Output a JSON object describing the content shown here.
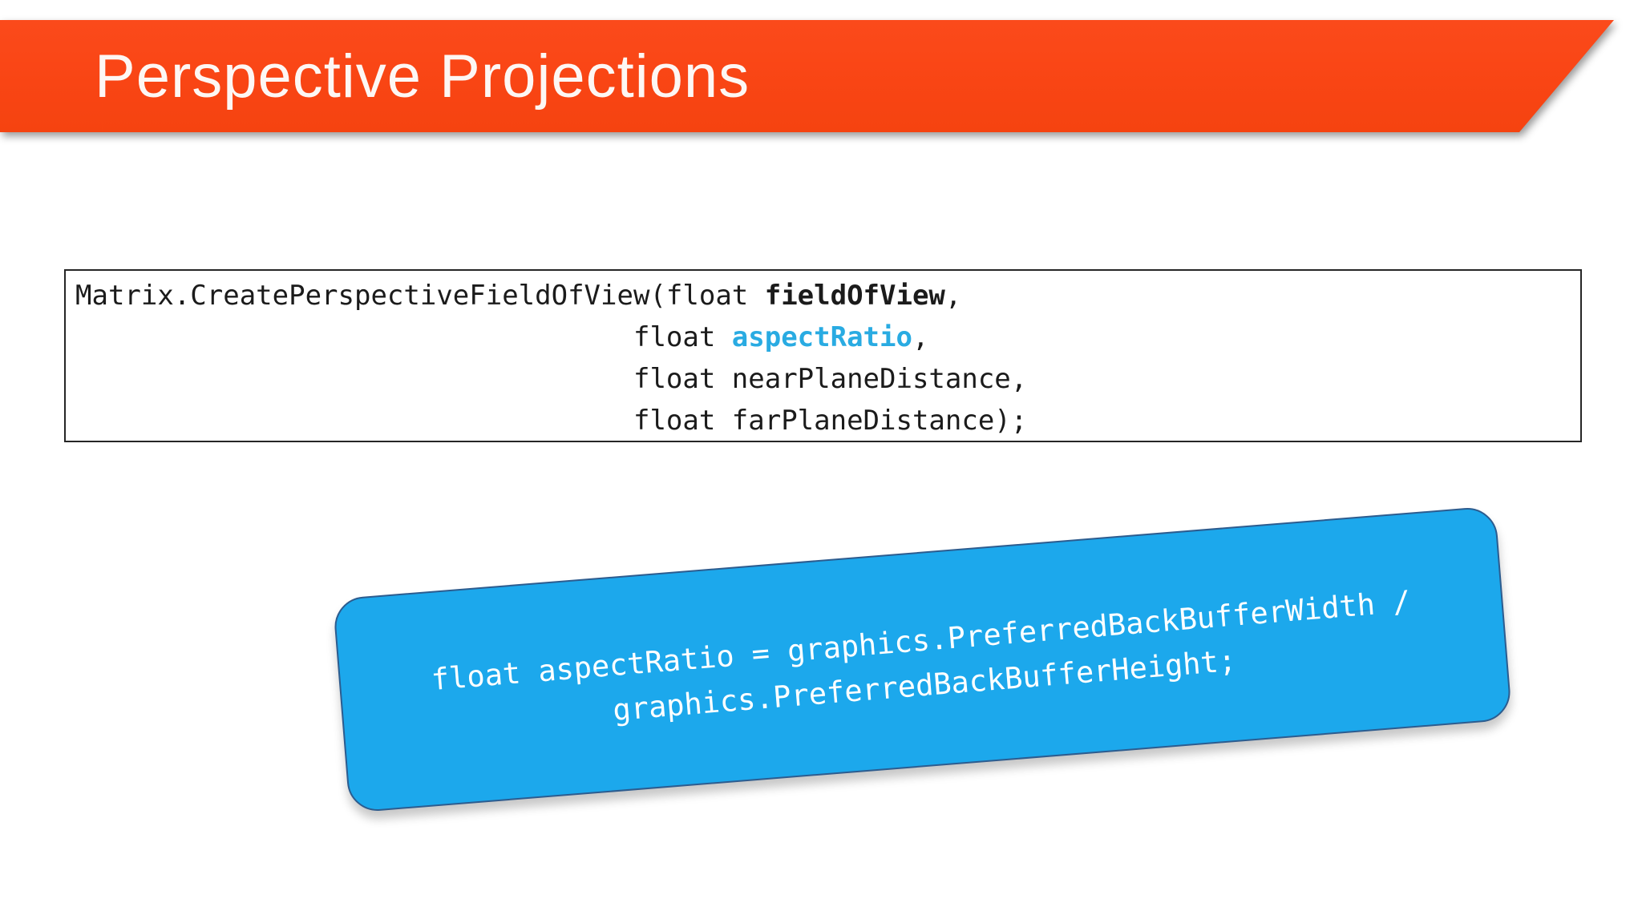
{
  "header": {
    "title": "Perspective Projections"
  },
  "code_block": {
    "line1_pre": "Matrix.CreatePerspectiveFieldOfView(float ",
    "line1_emph": "fieldOfView",
    "line1_tail": ",",
    "line2_pre": "                                  float ",
    "line2_keyword": "aspectRatio",
    "line2_tail": ",",
    "line3": "                                  float nearPlaneDistance,",
    "line4": "                                  float farPlaneDistance);"
  },
  "callout": {
    "line1": "float aspectRatio = graphics.PreferredBackBufferWidth /",
    "line2": "graphics.PreferredBackBufferHeight;"
  },
  "colors": {
    "banner_orange": "#FA4616",
    "title_text": "#FDF7F4",
    "code_text": "#1B1B1B",
    "code_keyword_blue": "#29ABE2",
    "callout_fill": "#1CA8EC",
    "callout_border": "#2C5C8F",
    "callout_text": "#FFFFFF"
  }
}
